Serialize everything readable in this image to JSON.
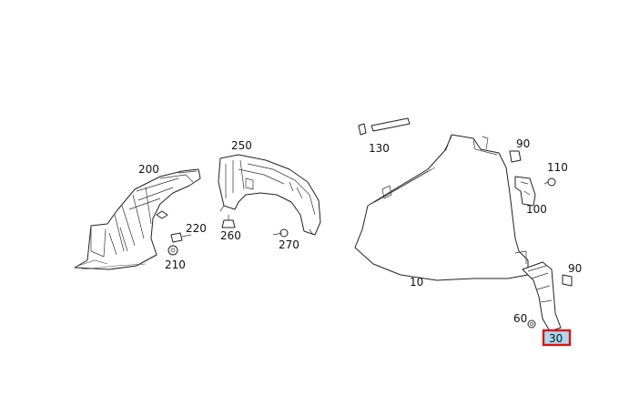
{
  "diagram": {
    "highlight_color": "#e01010",
    "highlight_fill": "#aad8f0",
    "selected_callout": "30",
    "callouts": {
      "c200": "200",
      "c250": "250",
      "c220": "220",
      "c210": "210",
      "c260": "260",
      "c270": "270",
      "c130": "130",
      "c90a": "90",
      "c110": "110",
      "c100": "100",
      "c10": "10",
      "c90b": "90",
      "c60": "60",
      "c30": "30"
    }
  }
}
